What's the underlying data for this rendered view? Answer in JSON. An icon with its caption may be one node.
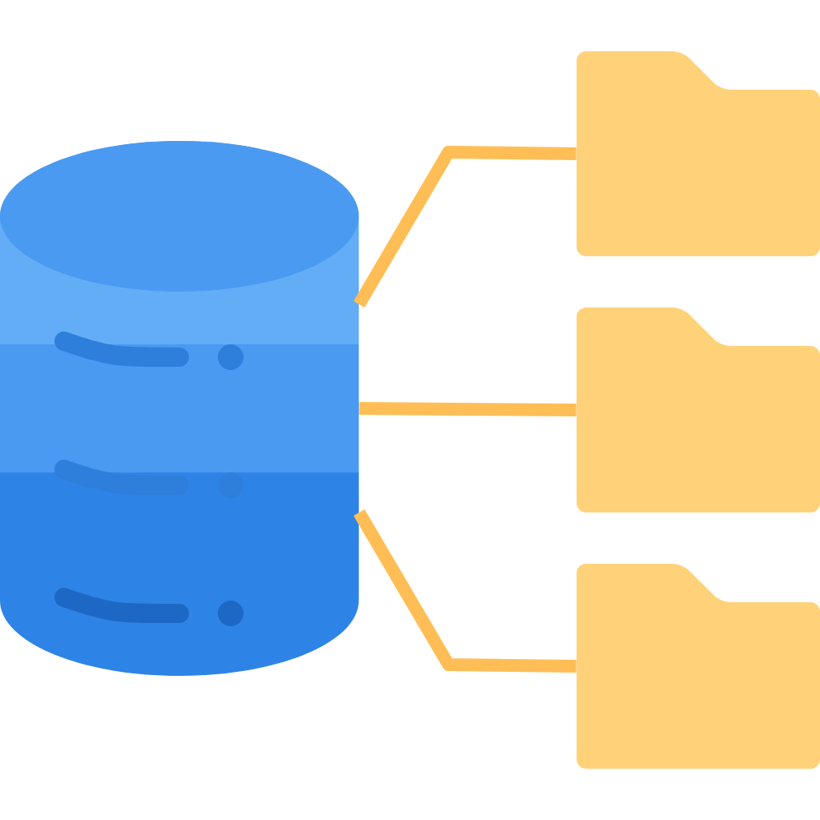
{
  "diagram": {
    "nodes": [
      {
        "text": [],
        "shape": "cylinder"
      },
      {
        "text": [],
        "shape": "folder"
      },
      {
        "text": [],
        "shape": "folder"
      },
      {
        "text": [],
        "shape": "folder"
      }
    ],
    "edges": [
      {
        "from": 0,
        "to": 1,
        "arrow": "none"
      },
      {
        "from": 0,
        "to": 2,
        "arrow": "none"
      },
      {
        "from": 0,
        "to": 3,
        "arrow": "none"
      }
    ]
  }
}
